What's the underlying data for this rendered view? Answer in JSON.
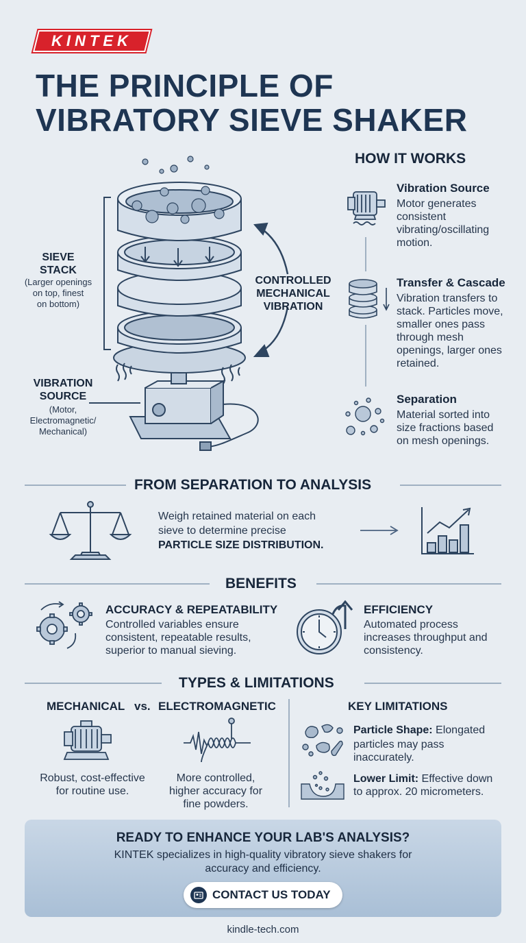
{
  "brand": {
    "logo_text": "KINTEK"
  },
  "title": {
    "line1": "THE PRINCIPLE OF",
    "line2": "VIBRATORY SIEVE SHAKER"
  },
  "diagram": {
    "sieve_stack_label": "SIEVE\nSTACK",
    "sieve_stack_note": "(Larger openings\non top, finest\non bottom)",
    "vibration_label": "CONTROLLED\nMECHANICAL\nVIBRATION",
    "source_label": "VIBRATION\nSOURCE",
    "source_note": "(Motor,\nElectromagnetic/\nMechanical)"
  },
  "how_it_works": {
    "heading": "HOW IT WORKS",
    "steps": [
      {
        "icon": "motor-icon",
        "title": "Vibration Source",
        "desc": "Motor generates\nconsistent\nvibrating/oscillating\nmotion."
      },
      {
        "icon": "sieve-stack-icon",
        "title": "Transfer & Cascade",
        "desc": "Vibration transfers to\nstack. Particles move,\nsmaller ones pass\nthrough mesh\nopenings, larger ones\nretained."
      },
      {
        "icon": "particles-icon",
        "title": "Separation",
        "desc": "Material sorted into\nsize fractions based\non mesh openings."
      }
    ]
  },
  "analysis": {
    "heading": "FROM SEPARATION TO ANALYSIS",
    "text_line1": "Weigh retained material on each",
    "text_line2": "sieve to determine precise",
    "text_bold": "PARTICLE SIZE DISTRIBUTION."
  },
  "benefits": {
    "heading": "BENEFITS",
    "items": [
      {
        "icon": "gears-icon",
        "title": "ACCURACY & REPEATABILITY",
        "desc": "Controlled variables ensure\nconsistent, repeatable results,\nsuperior to manual sieving."
      },
      {
        "icon": "clock-icon",
        "title": "EFFICIENCY",
        "desc": "Automated process\nincreases throughput and\nconsistency."
      }
    ]
  },
  "types": {
    "heading": "TYPES & LIMITATIONS",
    "mechanical": "MECHANICAL",
    "vs": "vs.",
    "electromagnetic": "ELECTROMAGNETIC",
    "mechanical_desc": "Robust, cost-effective\nfor routine use.",
    "electromagnetic_desc": "More controlled,\nhigher accuracy for\nfine powders.",
    "limitations_heading": "KEY LIMITATIONS",
    "limitations": [
      {
        "icon": "particle-shape-icon",
        "label": "Particle Shape:",
        "line1": " Elongated",
        "rest": "particles may pass\ninaccurately."
      },
      {
        "icon": "lower-limit-icon",
        "label": "Lower Limit:",
        "line1": " Effective down",
        "rest": "to approx. 20 micrometers."
      }
    ]
  },
  "cta": {
    "heading": "READY TO ENHANCE YOUR LAB'S ANALYSIS?",
    "text": "KINTEK specializes in high-quality vibratory sieve shakers for\naccuracy and efficiency.",
    "button": "CONTACT US TODAY"
  },
  "footer": {
    "url": "kindle-tech.com"
  }
}
